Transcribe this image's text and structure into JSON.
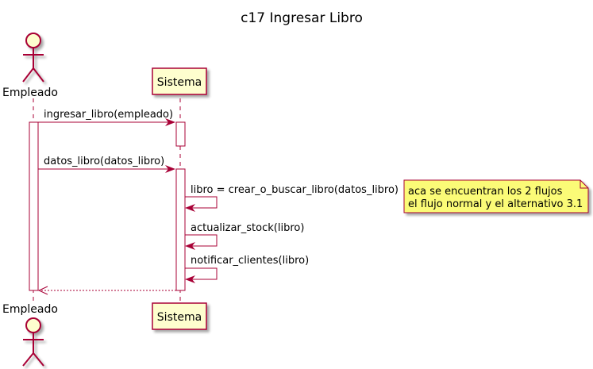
{
  "title": "c17 Ingresar Libro",
  "participants": {
    "actor": "Empleado",
    "system": "Sistema"
  },
  "messages": [
    "ingresar_libro(empleado)",
    "datos_libro(datos_libro)",
    "libro = crear_o_buscar_libro(datos_libro)",
    "actualizar_stock(libro)",
    "notificar_clientes(libro)"
  ],
  "note": {
    "line1": "aca se encuentran los 2 flujos",
    "line2": "el flujo normal y el alternativo 3.1"
  },
  "colors": {
    "line": "#A80036",
    "participant_fill": "#FEFECE",
    "activation_fill": "#FFFFFF",
    "note_fill": "#FBFB77"
  }
}
